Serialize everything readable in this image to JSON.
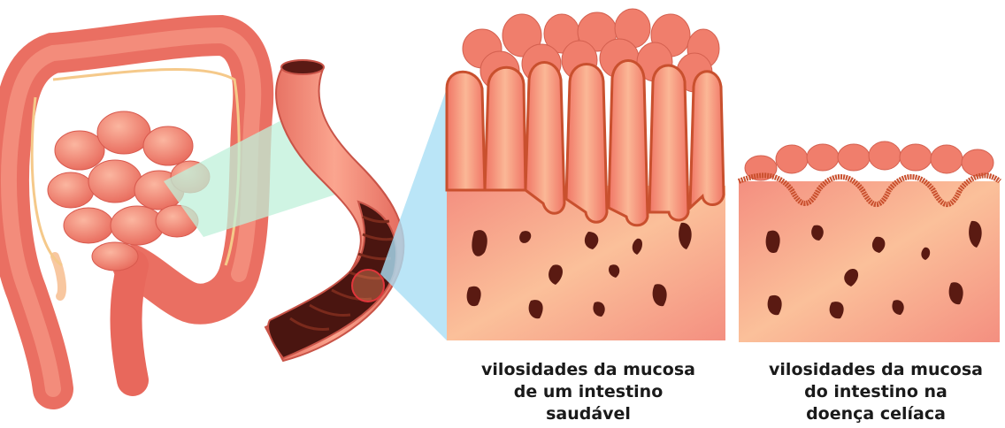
{
  "captions": {
    "healthy": [
      "vilosidades da mucosa",
      "de um intestino",
      "saudável"
    ],
    "celiac": [
      "vilosidades da mucosa",
      "do intestino na",
      "doença celíaca"
    ]
  },
  "colors": {
    "intestine": "#f07a6e",
    "tissue": "#f9a98c",
    "tissue_light": "#fcd2a8",
    "lumen": "#4a1510",
    "zoom_cone_green": "#bff0da",
    "zoom_cone_blue": "#a9dff5",
    "villus_edge": "#c9502e"
  },
  "icons": [
    "large-intestine-icon",
    "intestine-segment-icon",
    "magnifier-circle-icon"
  ]
}
